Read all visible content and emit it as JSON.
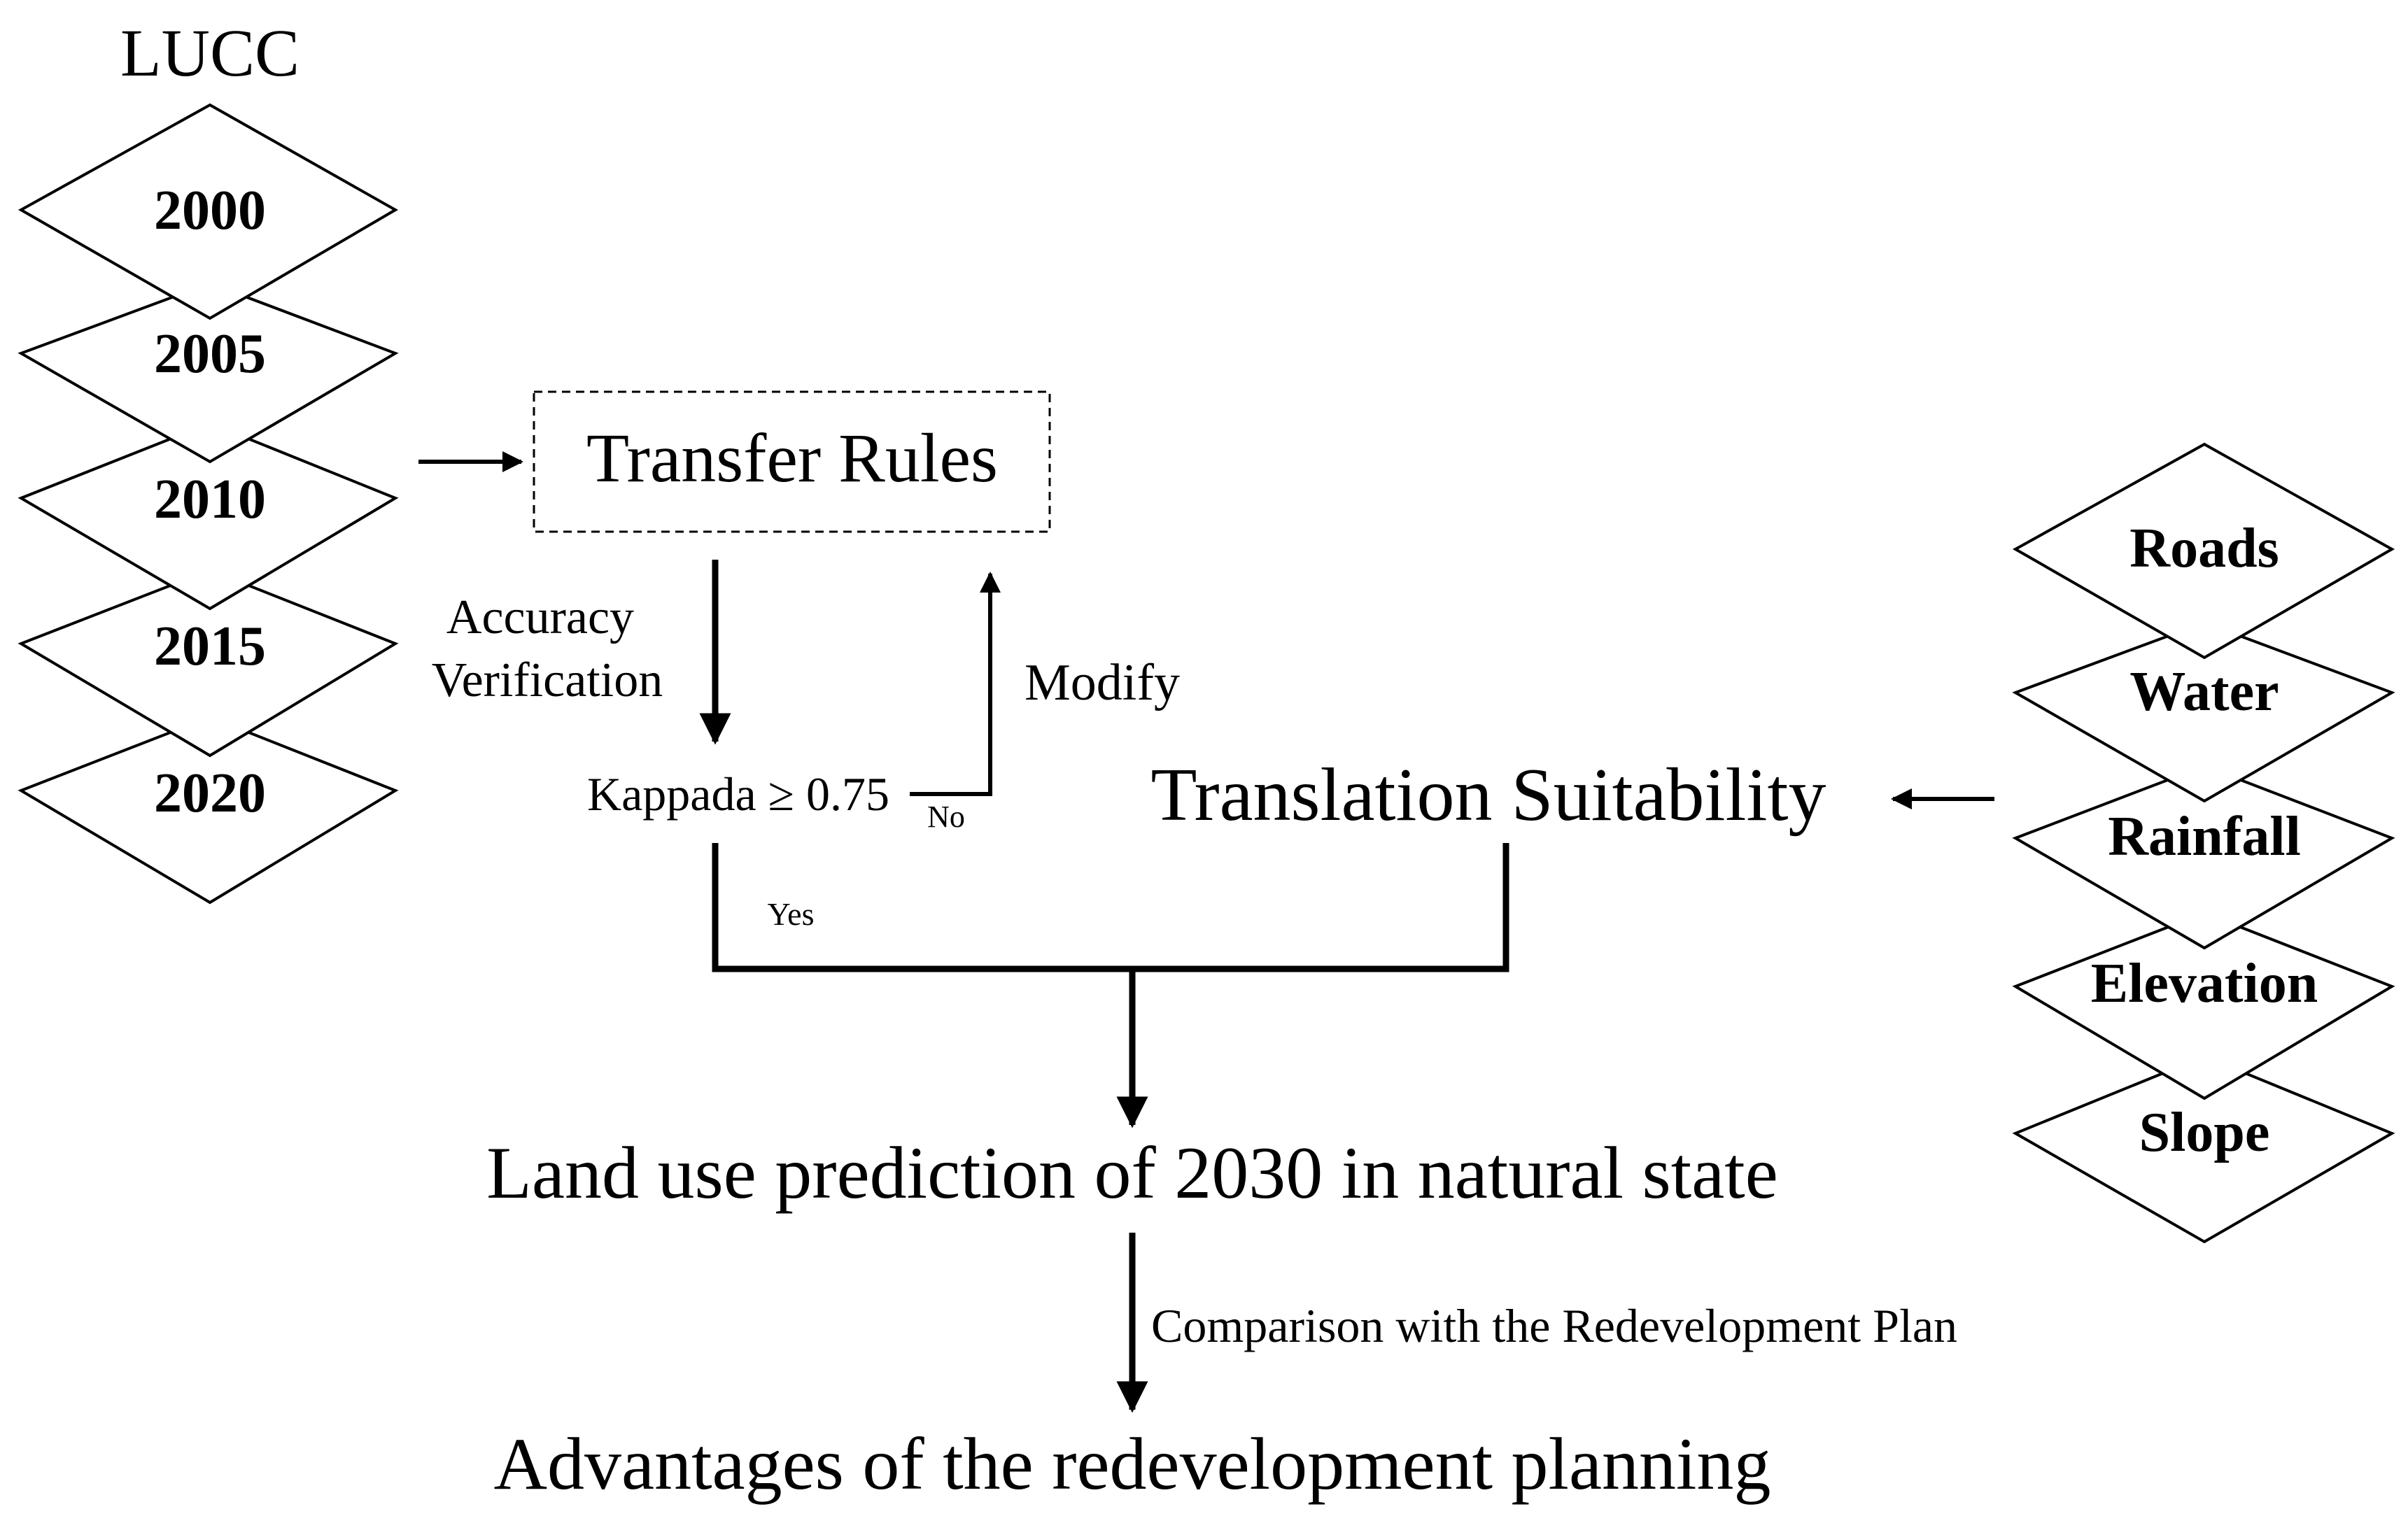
{
  "lucc": {
    "title": "LUCC",
    "years": [
      "2000",
      "2005",
      "2010",
      "2015",
      "2020"
    ]
  },
  "transfer_rules": {
    "label": "Transfer Rules"
  },
  "verification": {
    "line1": "Accuracy",
    "line2": "Verification"
  },
  "kappa": {
    "label": "Kappada ≥ 0.75",
    "no_label": "No",
    "yes_label": "Yes"
  },
  "modify": {
    "label": "Modify"
  },
  "suitability": {
    "label": "Translation Suitability"
  },
  "factors": {
    "items": [
      "Roads",
      "Water",
      "Rainfall",
      "Elevation",
      "Slope"
    ]
  },
  "prediction": {
    "label": "Land use prediction of 2030 in natural state"
  },
  "comparison": {
    "label": "Comparison with the Redevelopment Plan"
  },
  "advantages": {
    "label": "Advantages of the redevelopment planning"
  }
}
